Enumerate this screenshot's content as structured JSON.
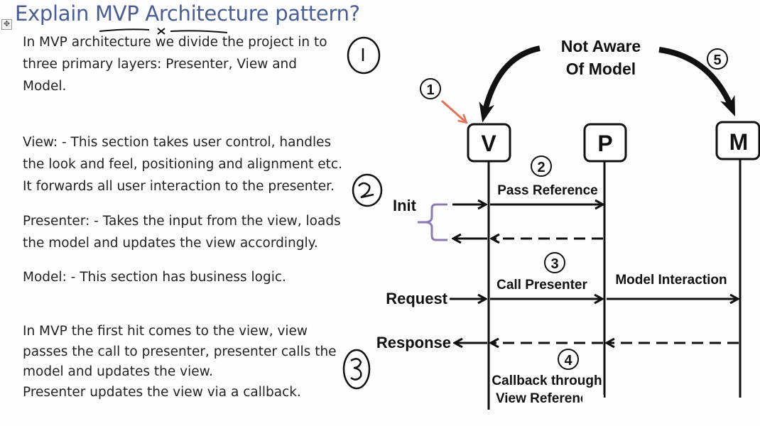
{
  "document": {
    "title": "Explain MVP Architecture pattern?",
    "move_handle_icon": "move-icon",
    "paragraphs": [
      "In MVP architecture we divide the project in to\nthree primary layers: Presenter, View and\nModel.",
      "View: - This section takes user control, handles\nthe look and feel, positioning and alignment etc.\nIt forwards all user interaction to the presenter.",
      "Presenter: - Takes the input from the view, loads\nthe model and updates the view accordingly.",
      "Model: - This section has business logic.",
      "In MVP the first hit comes to the view, view\npasses the call to presenter, presenter calls the\nmodel and updates the view.\nPresenter updates the view via a callback."
    ],
    "handwritten_marks": [
      "1",
      "2",
      "3"
    ]
  },
  "diagram": {
    "top_note": [
      "Not Aware",
      "Of Model"
    ],
    "nodes": [
      {
        "id": "V",
        "label": "V"
      },
      {
        "id": "P",
        "label": "P"
      },
      {
        "id": "M",
        "label": "M"
      }
    ],
    "step_markers": [
      "1",
      "2",
      "3",
      "4",
      "5"
    ],
    "side_labels": {
      "init": "Init",
      "request": "Request",
      "response": "Response"
    },
    "messages": [
      {
        "step": "2",
        "label": "Pass Reference",
        "from": "V",
        "to": "P",
        "style": "solid"
      },
      {
        "label": "",
        "from": "P",
        "to": "V",
        "style": "dashed"
      },
      {
        "step": "3",
        "label": "Call Presenter",
        "from": "V",
        "to": "P",
        "style": "solid"
      },
      {
        "label": "Model Interaction",
        "from": "P",
        "to": "M",
        "style": "solid"
      },
      {
        "label": "",
        "from": "M",
        "to": "P",
        "style": "dashed"
      },
      {
        "label": "",
        "from": "P",
        "to": "V",
        "style": "dashed"
      },
      {
        "step": "4",
        "label": "Callback through",
        "label2": "View Reference",
        "from": "P",
        "to": "V",
        "style": "dashed"
      }
    ],
    "colors": {
      "ink": "#111111",
      "accent_arrow": "#e0735a",
      "brace": "#8c7bb3",
      "title": "#4a5e96"
    }
  }
}
